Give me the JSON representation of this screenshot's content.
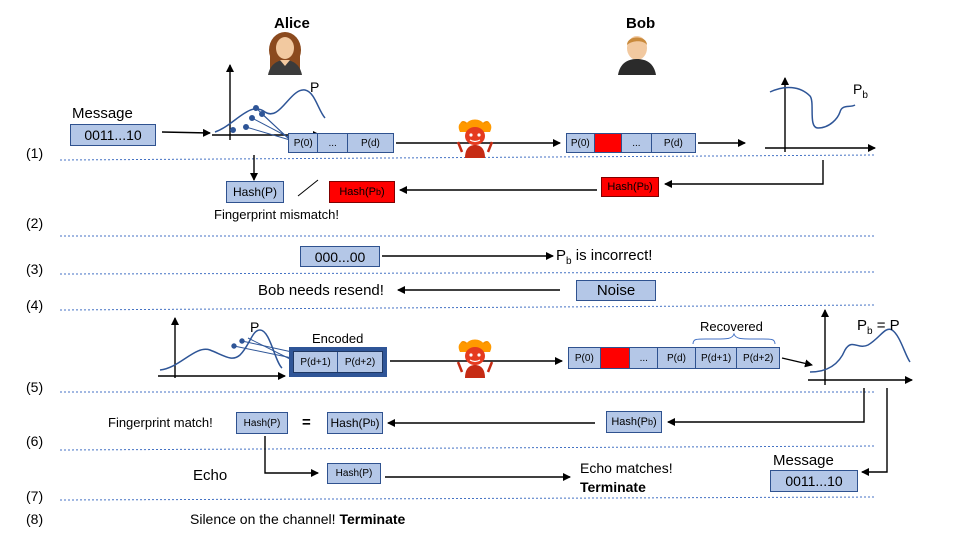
{
  "people": {
    "alice": "Alice",
    "bob": "Bob"
  },
  "steps": [
    "(1)",
    "(2)",
    "(3)",
    "(4)",
    "(5)",
    "(6)",
    "(7)",
    "(8)"
  ],
  "step1": {
    "message_label": "Message",
    "message_value": "0011...10",
    "poly_label": "P",
    "sent_cells": [
      "P(0)",
      "...",
      "P(d)"
    ],
    "recv_cells": [
      "P(0)",
      "",
      "...",
      "P(d)"
    ],
    "bob_poly_label": "P",
    "bob_poly_sub": "b"
  },
  "step2": {
    "hash_p": "Hash(P)",
    "neq": "≠",
    "hash_pb_main": "Hash(P",
    "hash_pb_sub": "b",
    "hash_pb_close": ")",
    "bob_hash_main": "Hash(P",
    "bob_hash_sub": "b",
    "bob_hash_close": ")",
    "mismatch": "Fingerprint mismatch!"
  },
  "step3": {
    "zeros": "000...00",
    "pb_main": "P",
    "pb_sub": "b",
    "incorrect": " is incorrect!"
  },
  "step4": {
    "resend": "Bob needs resend!",
    "noise": "Noise"
  },
  "step5": {
    "poly_label": "P",
    "encoded_label": "Encoded",
    "encoded_cells": [
      "P(d+1)",
      "P(d+2)"
    ],
    "recovered_label": "Recovered",
    "recv_cells": [
      "P(0)",
      "",
      "...",
      "P(d)",
      "P(d+1)",
      "P(d+2)"
    ],
    "pbp_main": "P",
    "pbp_sub": "b",
    "pbp_tail": " = P"
  },
  "step6": {
    "match": "Fingerprint match!",
    "hash_p": "Hash(P)",
    "eq": "=",
    "hash_pb_main": "Hash(P",
    "hash_pb_sub": "b",
    "hash_pb_close": ")",
    "bob_hash_main": "Hash(P",
    "bob_hash_sub": "b",
    "bob_hash_close": ")"
  },
  "step7": {
    "echo": "Echo",
    "hash_p": "Hash(P)",
    "echo_matches": "Echo matches!",
    "terminate": "Terminate",
    "message_label": "Message",
    "message_value": "0011...10"
  },
  "step8": {
    "silence": "Silence on the channel! ",
    "terminate": "Terminate"
  },
  "icons": {
    "alice": "alice-avatar-icon",
    "bob": "bob-avatar-icon",
    "adversary": "devil-adversary-icon"
  },
  "colors": {
    "box_fill": "#b4c7e7",
    "box_border": "#2f528f",
    "dark_box": "#2f5597",
    "corrupt": "#ff0000",
    "curve": "#2e5597",
    "separator": "#4472c4"
  }
}
